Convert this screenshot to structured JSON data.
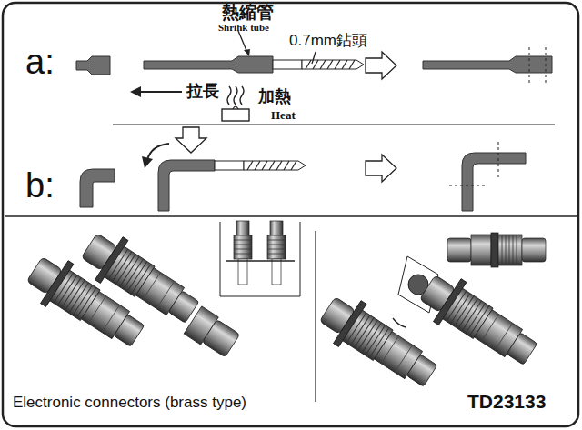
{
  "diagram": {
    "caption": "Electronic connectors (brass type)",
    "labels": [
      "熱縮管",
      "Shrihk tube",
      "0.7mm鉆頭",
      "a:",
      "拉長",
      "加熱",
      "Heat",
      "b:",
      "TD23133"
    ]
  }
}
